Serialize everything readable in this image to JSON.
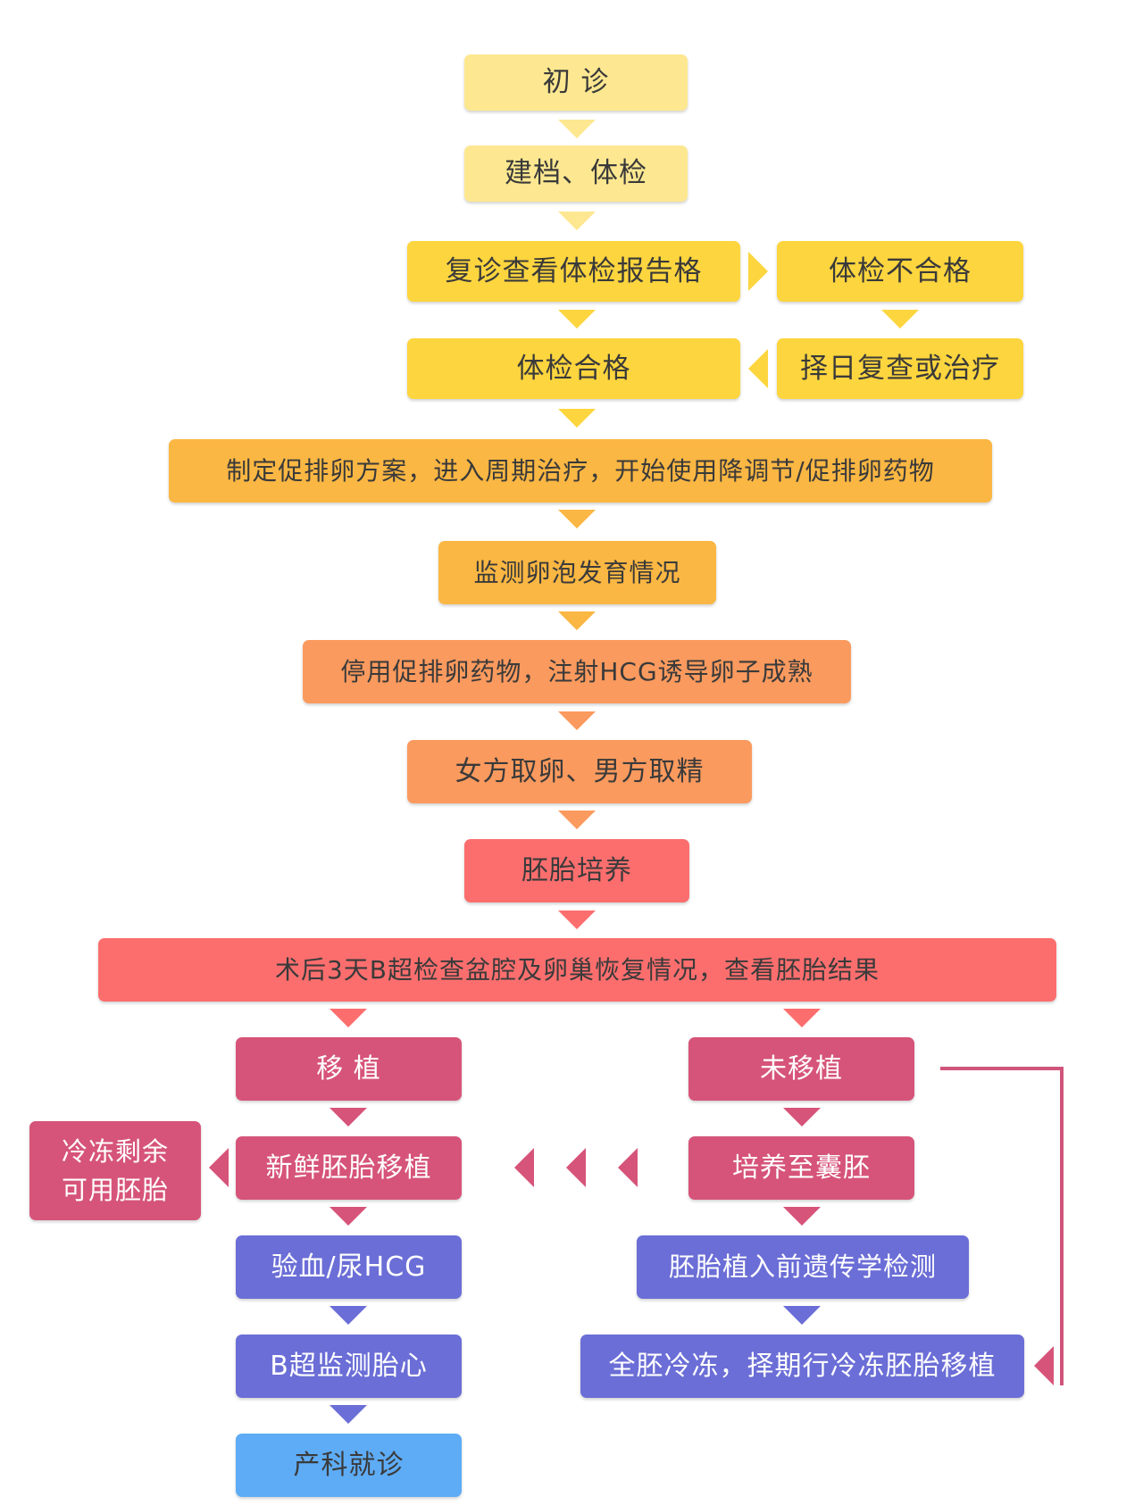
{
  "colors": {
    "pale_yellow": "#fde891",
    "yellow": "#fdd53e",
    "amber": "#fbb743",
    "light_orange": "#fb9a5e",
    "coral": "#fc6e6e",
    "crimson": "#d65479",
    "violet": "#6b6ed6",
    "sky_blue": "#5eacf6",
    "text_dark": "#3a3a3a",
    "text_white": "#ffffff"
  },
  "steps": {
    "initial": "初 诊",
    "file_exam": "建档、体检",
    "review": "复诊查看体检报告格",
    "exam_fail": "体检不合格",
    "exam_pass": "体检合格",
    "recheck": "择日复查或治疗",
    "protocol": "制定促排卵方案，进入周期治疗，开始使用降调节/促排卵药物",
    "monitor": "监测卵泡发育情况",
    "hcg_trigger": "停用促排卵药物，注射HCG诱导卵子成熟",
    "retrieval": "女方取卵、男方取精",
    "culture": "胚胎培养",
    "postop": "术后3天B超检查盆腔及卵巢恢复情况，查看胚胎结果",
    "transfer": "移 植",
    "no_transfer": "未移植",
    "frozen_spare": "冷冻剩余\n可用胚胎",
    "fresh_transfer": "新鲜胚胎移植",
    "blastocyst": "培养至囊胚",
    "blood_test": "验血/尿HCG",
    "pgt": "胚胎植入前遗传学检测",
    "heartbeat": "B超监测胎心",
    "freeze_all": "全胚冷冻，择期行冷冻胚胎移植",
    "obstetrics": "产科就诊"
  }
}
